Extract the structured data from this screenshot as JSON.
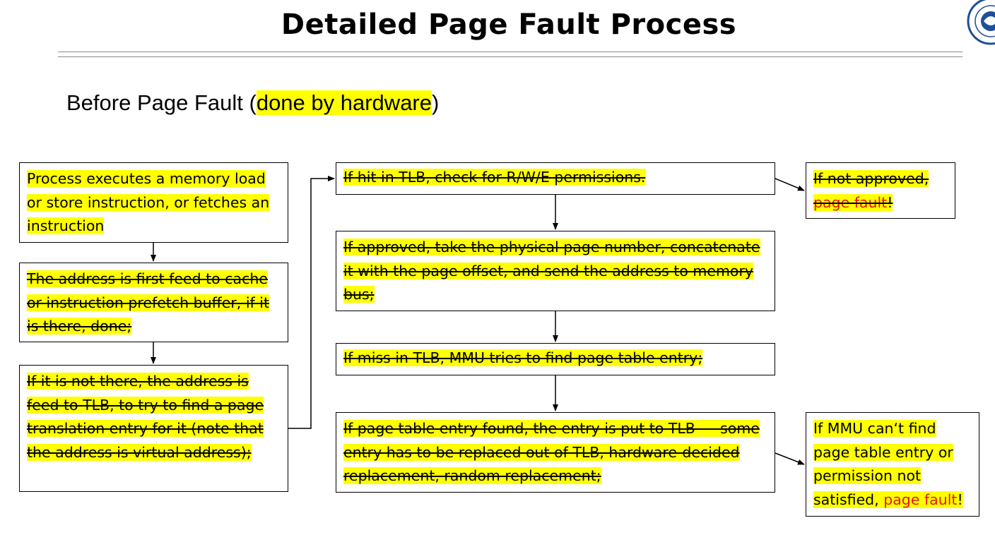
{
  "title": "Detailed Page Fault Process",
  "subtitle": {
    "prefix": "Before Page Fault (",
    "highlight": "done by hardware",
    "suffix": ")"
  },
  "boxes": {
    "b1": "Process executes a memory load or store instruction, or fetches an instruction",
    "b2": "The address is first feed to cache or instruction prefetch buffer, if it is there, done;",
    "b3": "If it is not there, the address is feed to TLB, to try to find a page translation entry for it (note that the address is virtual address);",
    "c1": "If hit in TLB, check for R/W/E permissions.",
    "c2": "If approved, take the physical page number, concatenate it with the page offset, and send the address to memory bus;",
    "c3": "If miss in TLB, MMU tries to find page table entry;",
    "c4": "If page table entry found, the entry is put to TLB --- some entry has to be replaced out of TLB, hardware-decided replacement, random replacement;",
    "d1": {
      "prefix": "If not approved, ",
      "red": "page fault",
      "suffix": "!"
    },
    "d2": {
      "prefix": "If MMU can‘t find page table entry or permission not satisfied, ",
      "red": "page fault",
      "suffix": "!"
    }
  },
  "colors": {
    "highlight": "#ffff00",
    "fault_text": "#e8160c"
  },
  "icons": {
    "logo": "university-seal-icon"
  }
}
